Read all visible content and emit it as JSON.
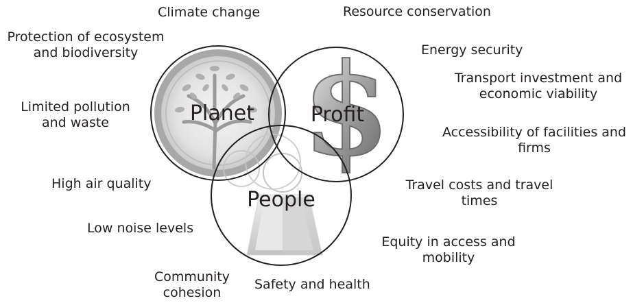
{
  "circles": {
    "planet": "Planet",
    "profit": "Profit",
    "people": "People"
  },
  "labels": {
    "climate_change": "Climate change",
    "resource_conservation": "Resource conservation",
    "protection_line1": "Protection of ecosystem",
    "protection_line2": "and biodiversity",
    "energy_security": "Energy security",
    "transport_line1": "Transport investment and",
    "transport_line2": "economic viability",
    "pollution_line1": "Limited pollution",
    "pollution_line2": "and waste",
    "accessibility_line1": "Accessibility of facilities and",
    "accessibility_line2": "firms",
    "air_quality": "High air quality",
    "travel_line1": "Travel costs and travel",
    "travel_line2": "times",
    "noise": "Low noise levels",
    "equity_line1": "Equity in access and",
    "equity_line2": "mobility",
    "community_line1": "Community",
    "community_line2": "cohesion",
    "safety": "Safety and health"
  },
  "colors": {
    "outline": "#231f20",
    "planet_fill": "#cfcfcf",
    "planet_ring": "#9a9a9a",
    "profit_metal": "#8c8c8c"
  },
  "icons": {
    "planet": "tree-emblem-icon",
    "profit": "dollar-sign-icon",
    "people": "people-figures-icon"
  }
}
